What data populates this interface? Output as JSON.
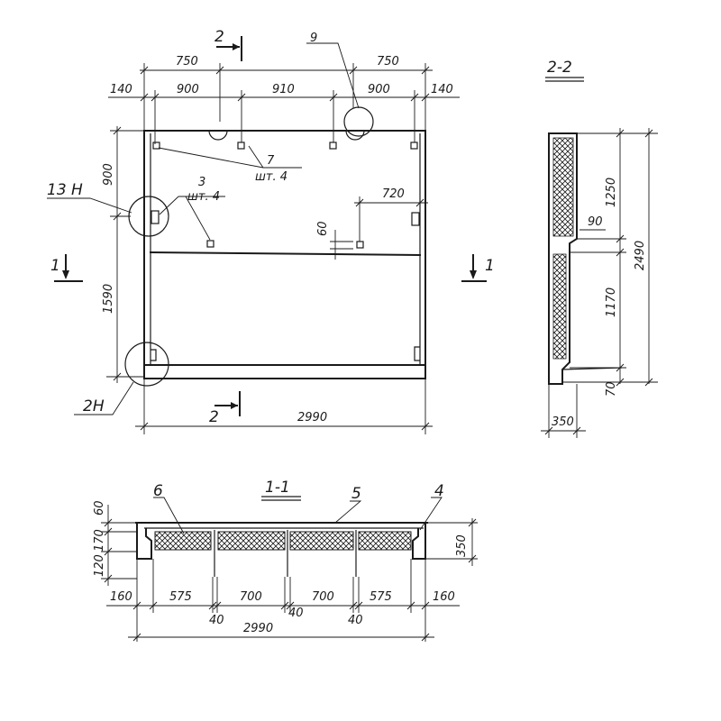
{
  "plan": {
    "dims": {
      "top_left_750": "750",
      "top_right_750": "750",
      "top_140_left": "140",
      "top_900_a": "900",
      "top_910": "910",
      "top_900_b": "900",
      "top_140_right": "140",
      "left_900": "900",
      "left_1590": "1590",
      "bottom_2990": "2990",
      "inner_720": "720",
      "inner_60": "60"
    },
    "callouts": {
      "c9": "9",
      "c7": "7",
      "c7_qty": "шт. 4",
      "c3": "3",
      "c3_qty": "шт. 4",
      "c13h": "13 Н",
      "c2h": "2Н"
    },
    "section_marks": {
      "s2_top": "2",
      "s2_bottom": "2",
      "s1_left": "1",
      "s1_right": "1"
    }
  },
  "section22": {
    "title": "2-2",
    "dims": {
      "d1250": "1250",
      "d90": "90",
      "d1170": "1170",
      "d70": "70",
      "d2490": "2490",
      "d350": "350"
    }
  },
  "section11": {
    "title": "1-1",
    "callouts": {
      "c6": "6",
      "c5": "5",
      "c4": "4"
    },
    "dims": {
      "v60": "60",
      "v170": "170",
      "v120": "120",
      "v350": "350",
      "b160_left": "160",
      "b575_left": "575",
      "b700_a": "700",
      "b700_b": "700",
      "b575_right": "575",
      "b160_right": "160",
      "b40_a": "40",
      "b40_b": "40",
      "b40_c": "40",
      "b2990": "2990"
    }
  }
}
